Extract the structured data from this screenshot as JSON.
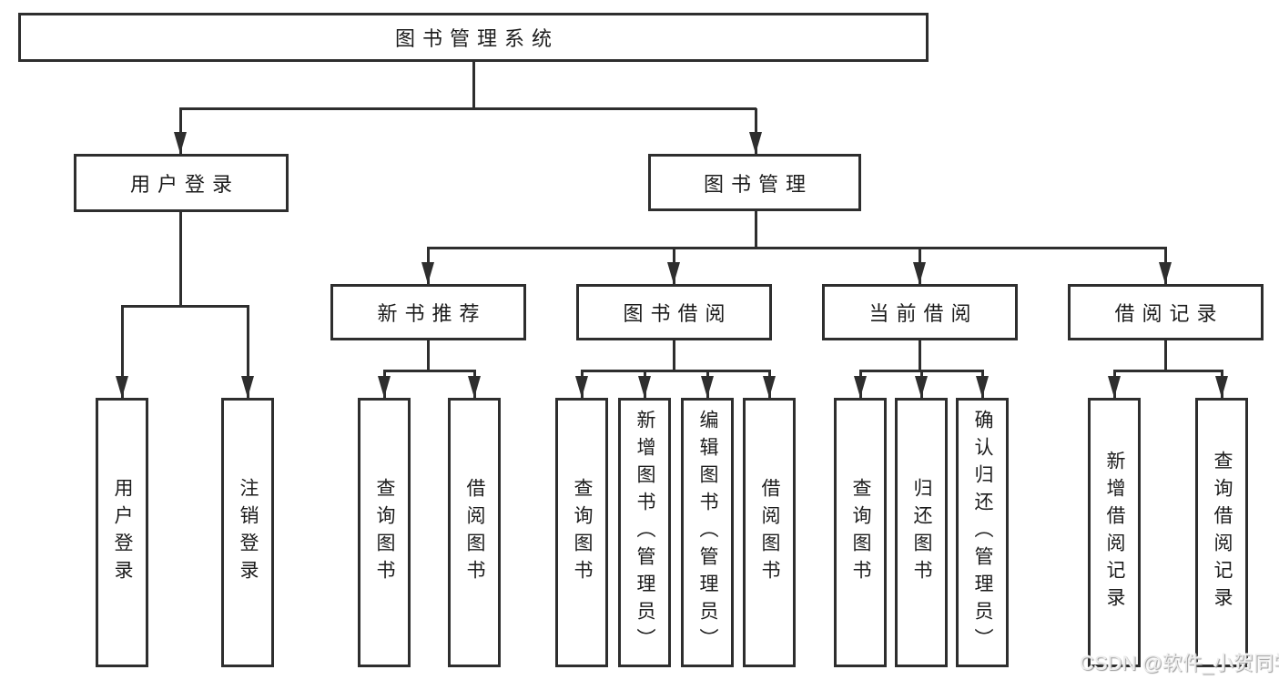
{
  "tree": {
    "root": "图书管理系统",
    "login": {
      "label": "用户登录",
      "leaves": [
        "用户登录",
        "注销登录"
      ]
    },
    "mgmt": {
      "label": "图书管理",
      "groups": [
        {
          "label": "新书推荐",
          "leaves": [
            "查询图书",
            "借阅图书"
          ]
        },
        {
          "label": "图书借阅",
          "leaves": [
            "查询图书",
            "新增图书（管理员）",
            "编辑图书（管理员）",
            "借阅图书"
          ]
        },
        {
          "label": "当前借阅",
          "leaves": [
            "查询图书",
            "归还图书",
            "确认归还（管理员）"
          ]
        },
        {
          "label": "借阅记录",
          "leaves": [
            "新增借阅记录",
            "查询借阅记录"
          ]
        }
      ]
    }
  },
  "watermark": {
    "text": "CSDN @软件_小贺同学"
  },
  "colors": {
    "line": "#2e2e2e",
    "box_border": "#2e2e2e",
    "text": "#1c1c1c",
    "background": "#ffffff",
    "watermark": "#ececec"
  }
}
